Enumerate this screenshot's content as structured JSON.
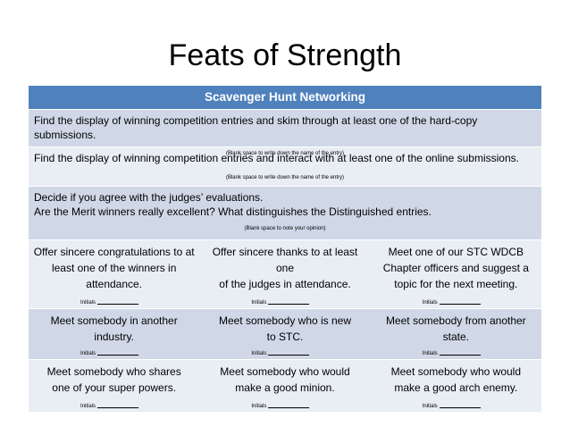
{
  "title": "Feats of Strength",
  "table": {
    "header": "Scavenger Hunt Networking",
    "wide_rows": [
      {
        "text": [
          "Find the display of winning competition entries and skim through at least one of the hard-copy submissions."
        ],
        "note": "(Blank space to write down the name of the entry)"
      },
      {
        "text": [
          "Find the display of winning competition entries and interact with at least one of the online submissions."
        ],
        "note": "(Blank space to write down the name of the entry)"
      },
      {
        "text": [
          "Decide if you agree with the judges’ evaluations.",
          "Are the Merit winners really excellent? What distinguishes the Distinguished entries."
        ],
        "note": "(Blank space to note your opinion)"
      }
    ],
    "initials_label": "Initials",
    "grid_rows": [
      [
        {
          "lines": [
            "Offer sincere congratulations to at",
            "least one of the winners in",
            "attendance."
          ]
        },
        {
          "lines": [
            "Offer sincere thanks to at least one",
            "of the judges in attendance."
          ]
        },
        {
          "lines": [
            "Meet one of our STC WDCB",
            "Chapter officers and suggest a",
            "topic for the next meeting."
          ]
        }
      ],
      [
        {
          "lines": [
            "Meet somebody in another",
            "industry."
          ]
        },
        {
          "lines": [
            "Meet somebody who is new",
            "to STC."
          ]
        },
        {
          "lines": [
            "Meet somebody from another",
            "state."
          ]
        }
      ],
      [
        {
          "lines": [
            "Meet somebody who shares",
            "one of your super powers."
          ]
        },
        {
          "lines": [
            "Meet somebody who would",
            "make a good minion."
          ]
        },
        {
          "lines": [
            "Meet somebody who would",
            "make a good arch enemy."
          ]
        }
      ]
    ],
    "colors": {
      "header_bg": "#4f81bd",
      "row_dark": "#d0d8e8",
      "row_light": "#e9edf4"
    }
  }
}
